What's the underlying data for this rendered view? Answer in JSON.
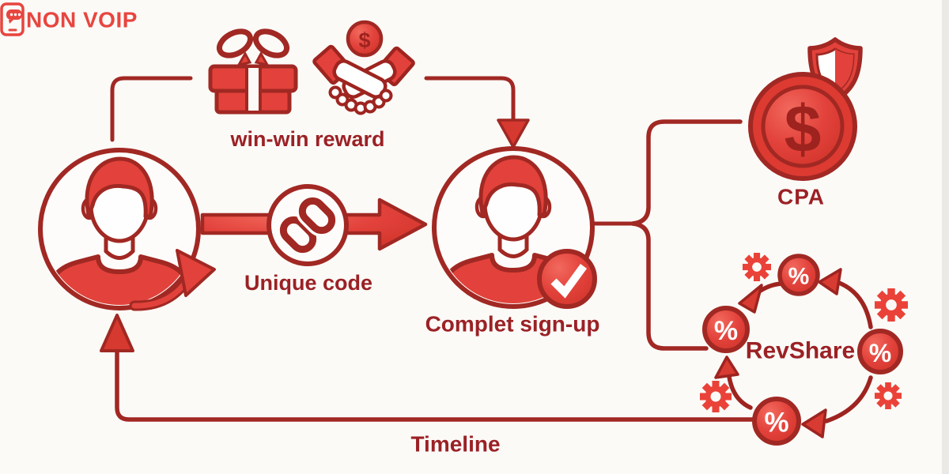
{
  "brand": {
    "name": "NON VOIP"
  },
  "labels": {
    "reward": "win-win reward",
    "unique_code": "Unique code",
    "signup": "Complet sign-up",
    "cpa": "CPA",
    "revshare": "RevShare",
    "timeline": "Timeline"
  },
  "symbols": {
    "percent": "%",
    "dollar": "$"
  },
  "colors": {
    "bright_red": "#e2423b",
    "dark_red": "#a12823",
    "text_red": "#9b2125",
    "logo_red": "#e8453f",
    "background": "#fbfaf7",
    "white": "#ffffff"
  }
}
